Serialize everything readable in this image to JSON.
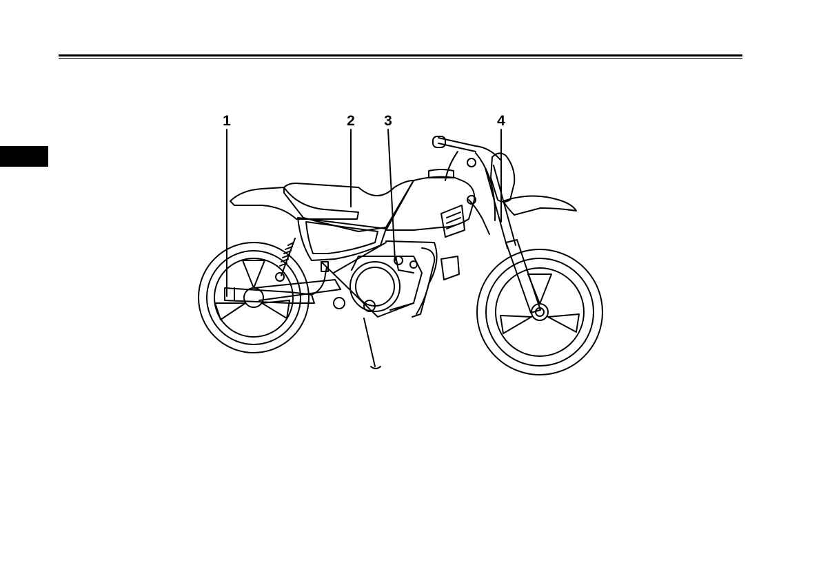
{
  "header": {
    "rule_style": "double-line"
  },
  "section_tab": {
    "color": "#000000"
  },
  "figure": {
    "subject": "motorcycle-left-side-view",
    "callouts": [
      {
        "number": "1"
      },
      {
        "number": "2"
      },
      {
        "number": "3"
      },
      {
        "number": "4"
      }
    ]
  }
}
